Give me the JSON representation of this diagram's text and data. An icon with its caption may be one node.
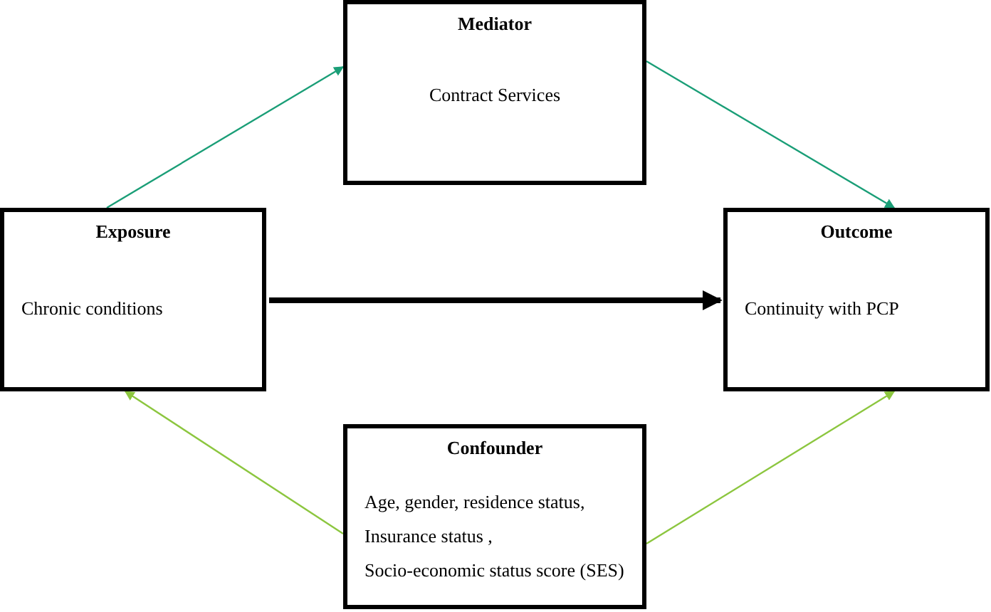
{
  "diagram": {
    "nodes": [
      {
        "text": [
          "Mediator",
          "Contract Services"
        ]
      },
      {
        "text": [
          "Exposure",
          "Chronic conditions"
        ]
      },
      {
        "text": [
          "Outcome",
          "Continuity with PCP"
        ]
      },
      {
        "text": [
          "Confounder",
          "Age, gender, residence status,",
          "Insurance status ,",
          "Socio-economic status score (SES)"
        ]
      }
    ],
    "edges": [
      {
        "from": 1,
        "to": 0,
        "arrow": "to",
        "color": "#1a9e77"
      },
      {
        "from": 0,
        "to": 2,
        "arrow": "to",
        "color": "#1a9e77"
      },
      {
        "from": 1,
        "to": 2,
        "arrow": "to",
        "style": "thick",
        "color": "#000000"
      },
      {
        "from": 3,
        "to": 1,
        "arrow": "to",
        "color": "#8cc63f"
      },
      {
        "from": 3,
        "to": 2,
        "arrow": "to",
        "color": "#8cc63f"
      }
    ]
  }
}
